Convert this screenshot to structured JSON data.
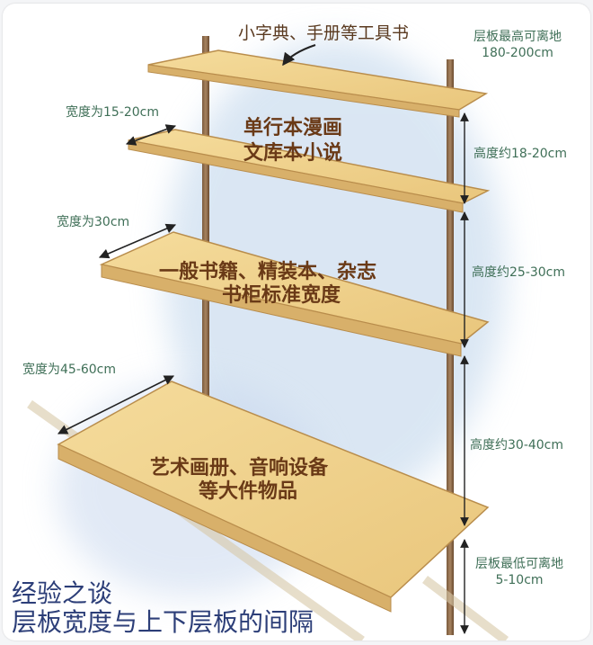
{
  "figure": {
    "title_line1": "经验之谈",
    "title_line2": "层板宽度与上下层板的间隔",
    "colors": {
      "label": "#3f6f57",
      "shelf_text": "#6a3a17",
      "title": "#2c3e78",
      "wood": "#f0d48e",
      "wood_edge": "#c99b55",
      "post": "#8a6a4a"
    }
  },
  "shelves": [
    {
      "use": "小字典、手册等工具书",
      "width_label": "",
      "use_line2": ""
    },
    {
      "use": "单行本漫画",
      "use_line2": "文库本小说",
      "width_label": "宽度为15-20cm"
    },
    {
      "use": "一般书籍、精装本、杂志",
      "use_line2": "书柜标准宽度",
      "width_label": "宽度为30cm"
    },
    {
      "use": "艺术画册、音响设备",
      "use_line2": "等大件物品",
      "width_label": "宽度为45-60cm"
    }
  ],
  "heights": {
    "top": {
      "line1": "层板最高可离地",
      "line2": "180-200cm"
    },
    "gap1": "高度约18-20cm",
    "gap2": "高度约25-30cm",
    "gap3": "高度约30-40cm",
    "bottom": {
      "line1": "层板最低可离地",
      "line2": "5-10cm"
    }
  }
}
